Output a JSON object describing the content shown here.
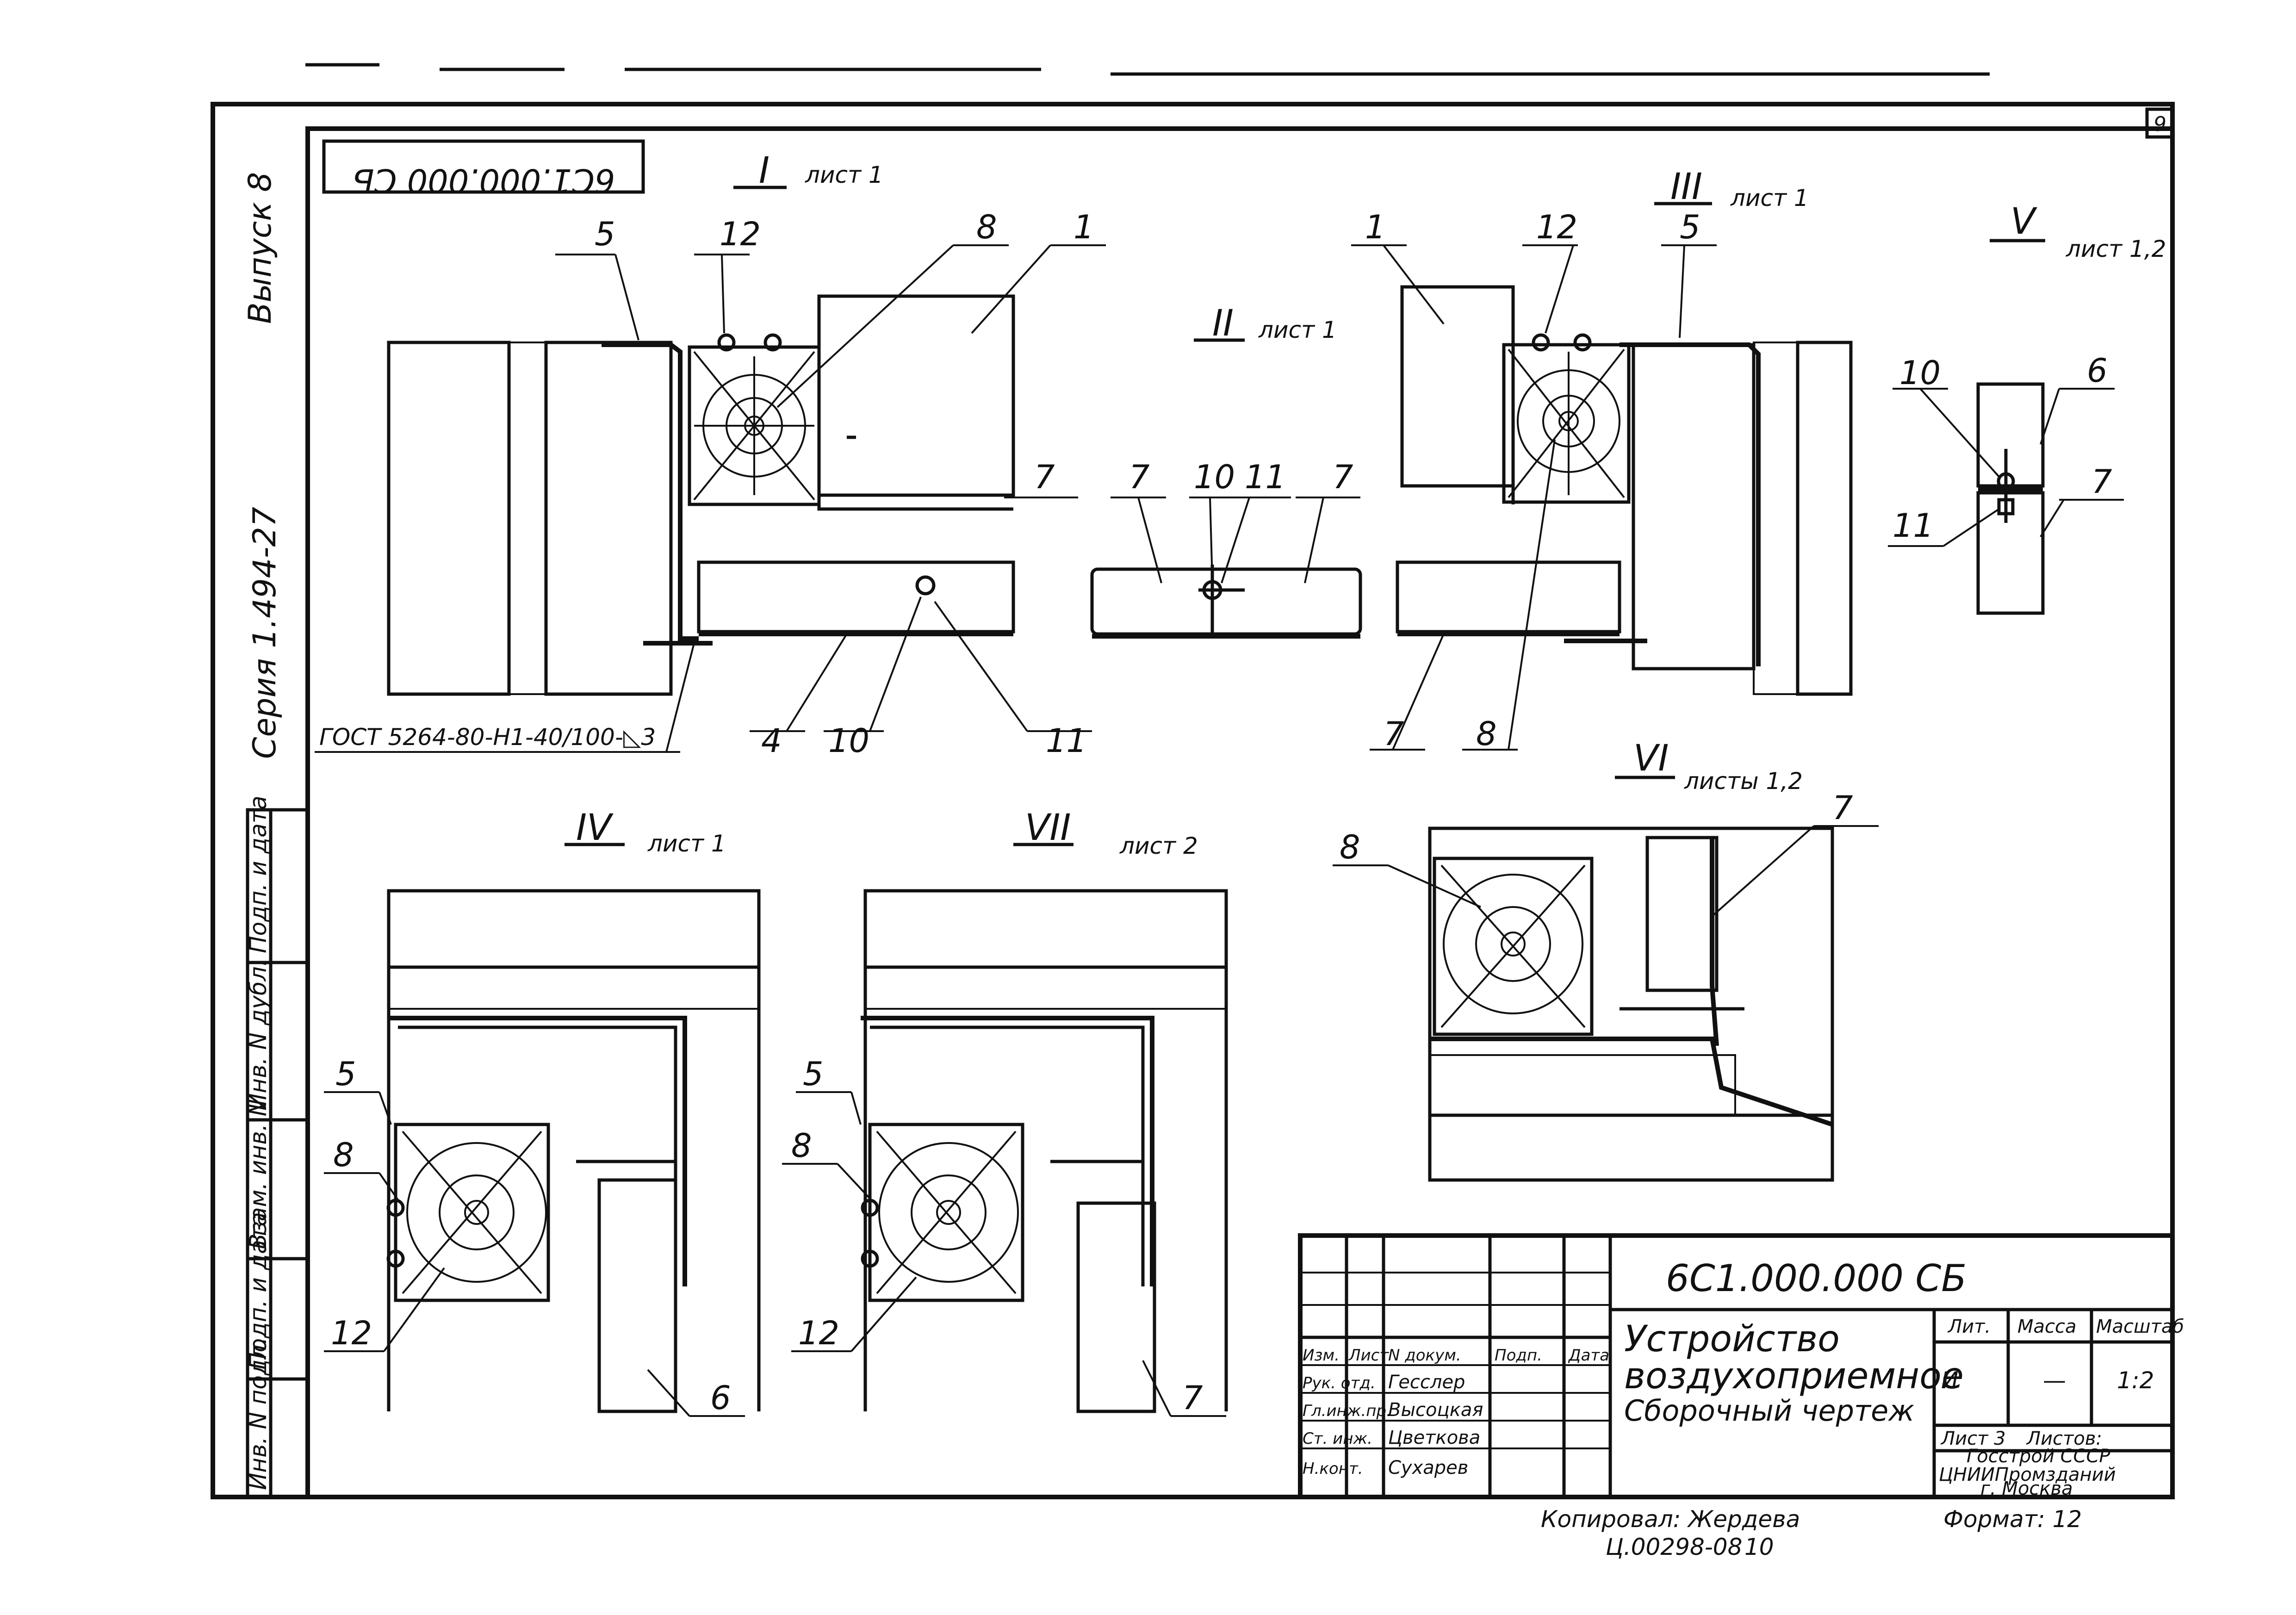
{
  "sheet_number": "9",
  "side_labels": {
    "issue": "Выпуск 8",
    "series": "Серия 1.494-27",
    "inverted_code": "6С1.000.000 СБ"
  },
  "edge_columns": [
    "Инв. N подл.",
    "Подп. и дата",
    "Взам. инв. N",
    "Инв. N дубл.",
    "Подп. и дата"
  ],
  "views": {
    "I": {
      "title": "I",
      "sheet": "лист 1"
    },
    "II": {
      "title": "II",
      "sheet": "лист 1"
    },
    "III": {
      "title": "III",
      "sheet": "лист 1"
    },
    "IV": {
      "title": "IV",
      "sheet": "лист 1"
    },
    "V": {
      "title": "V",
      "sheet": "лист 1,2"
    },
    "VI": {
      "title": "VI",
      "sheet": "листы 1,2"
    },
    "VII": {
      "title": "VII",
      "sheet": "лист 2"
    }
  },
  "weld_note": "ГОСТ 5264-80-Н1-40/100-◺3",
  "callouts": {
    "v1": [
      "5",
      "12",
      "8",
      "1",
      "7",
      "4",
      "10",
      "11"
    ],
    "v2": [
      "7",
      "10",
      "11",
      "7"
    ],
    "v3": [
      "1",
      "12",
      "5",
      "7",
      "8"
    ],
    "v4": [
      "5",
      "8",
      "12",
      "6"
    ],
    "v5": [
      "10",
      "6",
      "11",
      "7"
    ],
    "v6": [
      "8",
      "7"
    ],
    "v7": [
      "5",
      "8",
      "12",
      "7"
    ]
  },
  "title_block": {
    "designation": "6С1.000.000 СБ",
    "title_line1": "Устройство",
    "title_line2": "воздухоприемное",
    "title_line3": "Сборочный чертеж",
    "col_headers": [
      "Изм.",
      "Лист",
      "N докум.",
      "Подп.",
      "Дата"
    ],
    "rows": [
      {
        "role": "Рук. отд.",
        "name": "Гесслер"
      },
      {
        "role": "Гл.инж.пр.",
        "name": "Высоцкая"
      },
      {
        "role": "Ст. инж.",
        "name": "Цветкова"
      },
      {
        "role": "Н.конт.",
        "name": "Сухарев"
      }
    ],
    "lit_header": "Лит.",
    "mass_header": "Масса",
    "scale_header": "Масштаб",
    "lit_value": "И",
    "mass_value": "—",
    "scale_value": "1:2",
    "sheet_label": "Лист 3",
    "sheets_label": "Листов:",
    "org_line1": "Госстрой СССР",
    "org_line2": "ЦНИИПромзданий",
    "org_line3": "г. Москва"
  },
  "bottom": {
    "copied": "Копировал: Жердева",
    "format": "Формат: 12",
    "order": "Ц.00298-08",
    "order_num": "10"
  }
}
